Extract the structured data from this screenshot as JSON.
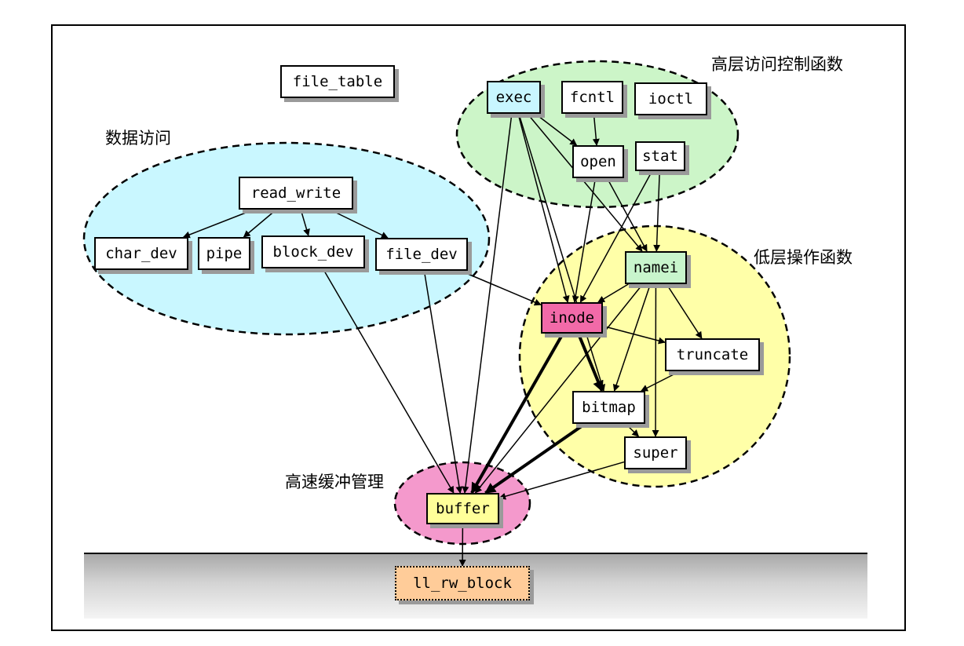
{
  "groups": {
    "high_level": {
      "label": "高层访问控制函数",
      "color": "#ccf5c8"
    },
    "data_access": {
      "label": "数据访问",
      "color": "#c9f7ff"
    },
    "low_level": {
      "label": "低层操作函数",
      "color": "#ffffa8"
    },
    "buffer_mgmt": {
      "label": "高速缓冲管理",
      "color": "#f499cc"
    }
  },
  "nodes": {
    "file_table": {
      "label": "file_table",
      "color": "#ffffff"
    },
    "exec": {
      "label": "exec",
      "color": "#c8f6ff"
    },
    "fcntl": {
      "label": "fcntl",
      "color": "#ffffff"
    },
    "ioctl": {
      "label": "ioctl",
      "color": "#ffffff"
    },
    "open": {
      "label": "open",
      "color": "#ffffff"
    },
    "stat": {
      "label": "stat",
      "color": "#ffffff"
    },
    "read_write": {
      "label": "read_write",
      "color": "#ffffff"
    },
    "char_dev": {
      "label": "char_dev",
      "color": "#ffffff"
    },
    "pipe": {
      "label": "pipe",
      "color": "#ffffff"
    },
    "block_dev": {
      "label": "block_dev",
      "color": "#ffffff"
    },
    "file_dev": {
      "label": "file_dev",
      "color": "#ffffff"
    },
    "namei": {
      "label": "namei",
      "color": "#c8f5cc"
    },
    "inode": {
      "label": "inode",
      "color": "#f26aa8"
    },
    "truncate": {
      "label": "truncate",
      "color": "#ffffff"
    },
    "bitmap": {
      "label": "bitmap",
      "color": "#ffffff"
    },
    "super": {
      "label": "super",
      "color": "#ffffff"
    },
    "buffer": {
      "label": "buffer",
      "color": "#ffff99"
    },
    "ll_rw_block": {
      "label": "ll_rw_block",
      "color": "#ffcc99"
    }
  },
  "edges": [
    {
      "from": "fcntl",
      "to": "open",
      "weight": "normal"
    },
    {
      "from": "exec",
      "to": "open",
      "weight": "normal"
    },
    {
      "from": "exec",
      "to": "namei",
      "weight": "normal"
    },
    {
      "from": "exec",
      "to": "inode",
      "weight": "normal"
    },
    {
      "from": "exec",
      "to": "bitmap",
      "weight": "normal"
    },
    {
      "from": "exec",
      "to": "buffer",
      "weight": "normal"
    },
    {
      "from": "open",
      "to": "inode",
      "weight": "normal"
    },
    {
      "from": "open",
      "to": "namei",
      "weight": "normal"
    },
    {
      "from": "stat",
      "to": "namei",
      "weight": "normal"
    },
    {
      "from": "stat",
      "to": "inode",
      "weight": "normal"
    },
    {
      "from": "read_write",
      "to": "char_dev",
      "weight": "normal"
    },
    {
      "from": "read_write",
      "to": "pipe",
      "weight": "normal"
    },
    {
      "from": "read_write",
      "to": "block_dev",
      "weight": "normal"
    },
    {
      "from": "read_write",
      "to": "file_dev",
      "weight": "normal"
    },
    {
      "from": "block_dev",
      "to": "buffer",
      "weight": "normal"
    },
    {
      "from": "file_dev",
      "to": "buffer",
      "weight": "normal"
    },
    {
      "from": "file_dev",
      "to": "inode",
      "weight": "normal"
    },
    {
      "from": "namei",
      "to": "inode",
      "weight": "normal"
    },
    {
      "from": "namei",
      "to": "truncate",
      "weight": "normal"
    },
    {
      "from": "namei",
      "to": "bitmap",
      "weight": "normal"
    },
    {
      "from": "namei",
      "to": "super",
      "weight": "normal"
    },
    {
      "from": "namei",
      "to": "buffer",
      "weight": "normal"
    },
    {
      "from": "inode",
      "to": "truncate",
      "weight": "normal"
    },
    {
      "from": "inode",
      "to": "bitmap",
      "weight": "bold"
    },
    {
      "from": "inode",
      "to": "buffer",
      "weight": "bold"
    },
    {
      "from": "truncate",
      "to": "bitmap",
      "weight": "normal"
    },
    {
      "from": "bitmap",
      "to": "super",
      "weight": "normal"
    },
    {
      "from": "bitmap",
      "to": "buffer",
      "weight": "bold"
    },
    {
      "from": "super",
      "to": "buffer",
      "weight": "normal"
    },
    {
      "from": "buffer",
      "to": "ll_rw_block",
      "weight": "normal"
    }
  ]
}
